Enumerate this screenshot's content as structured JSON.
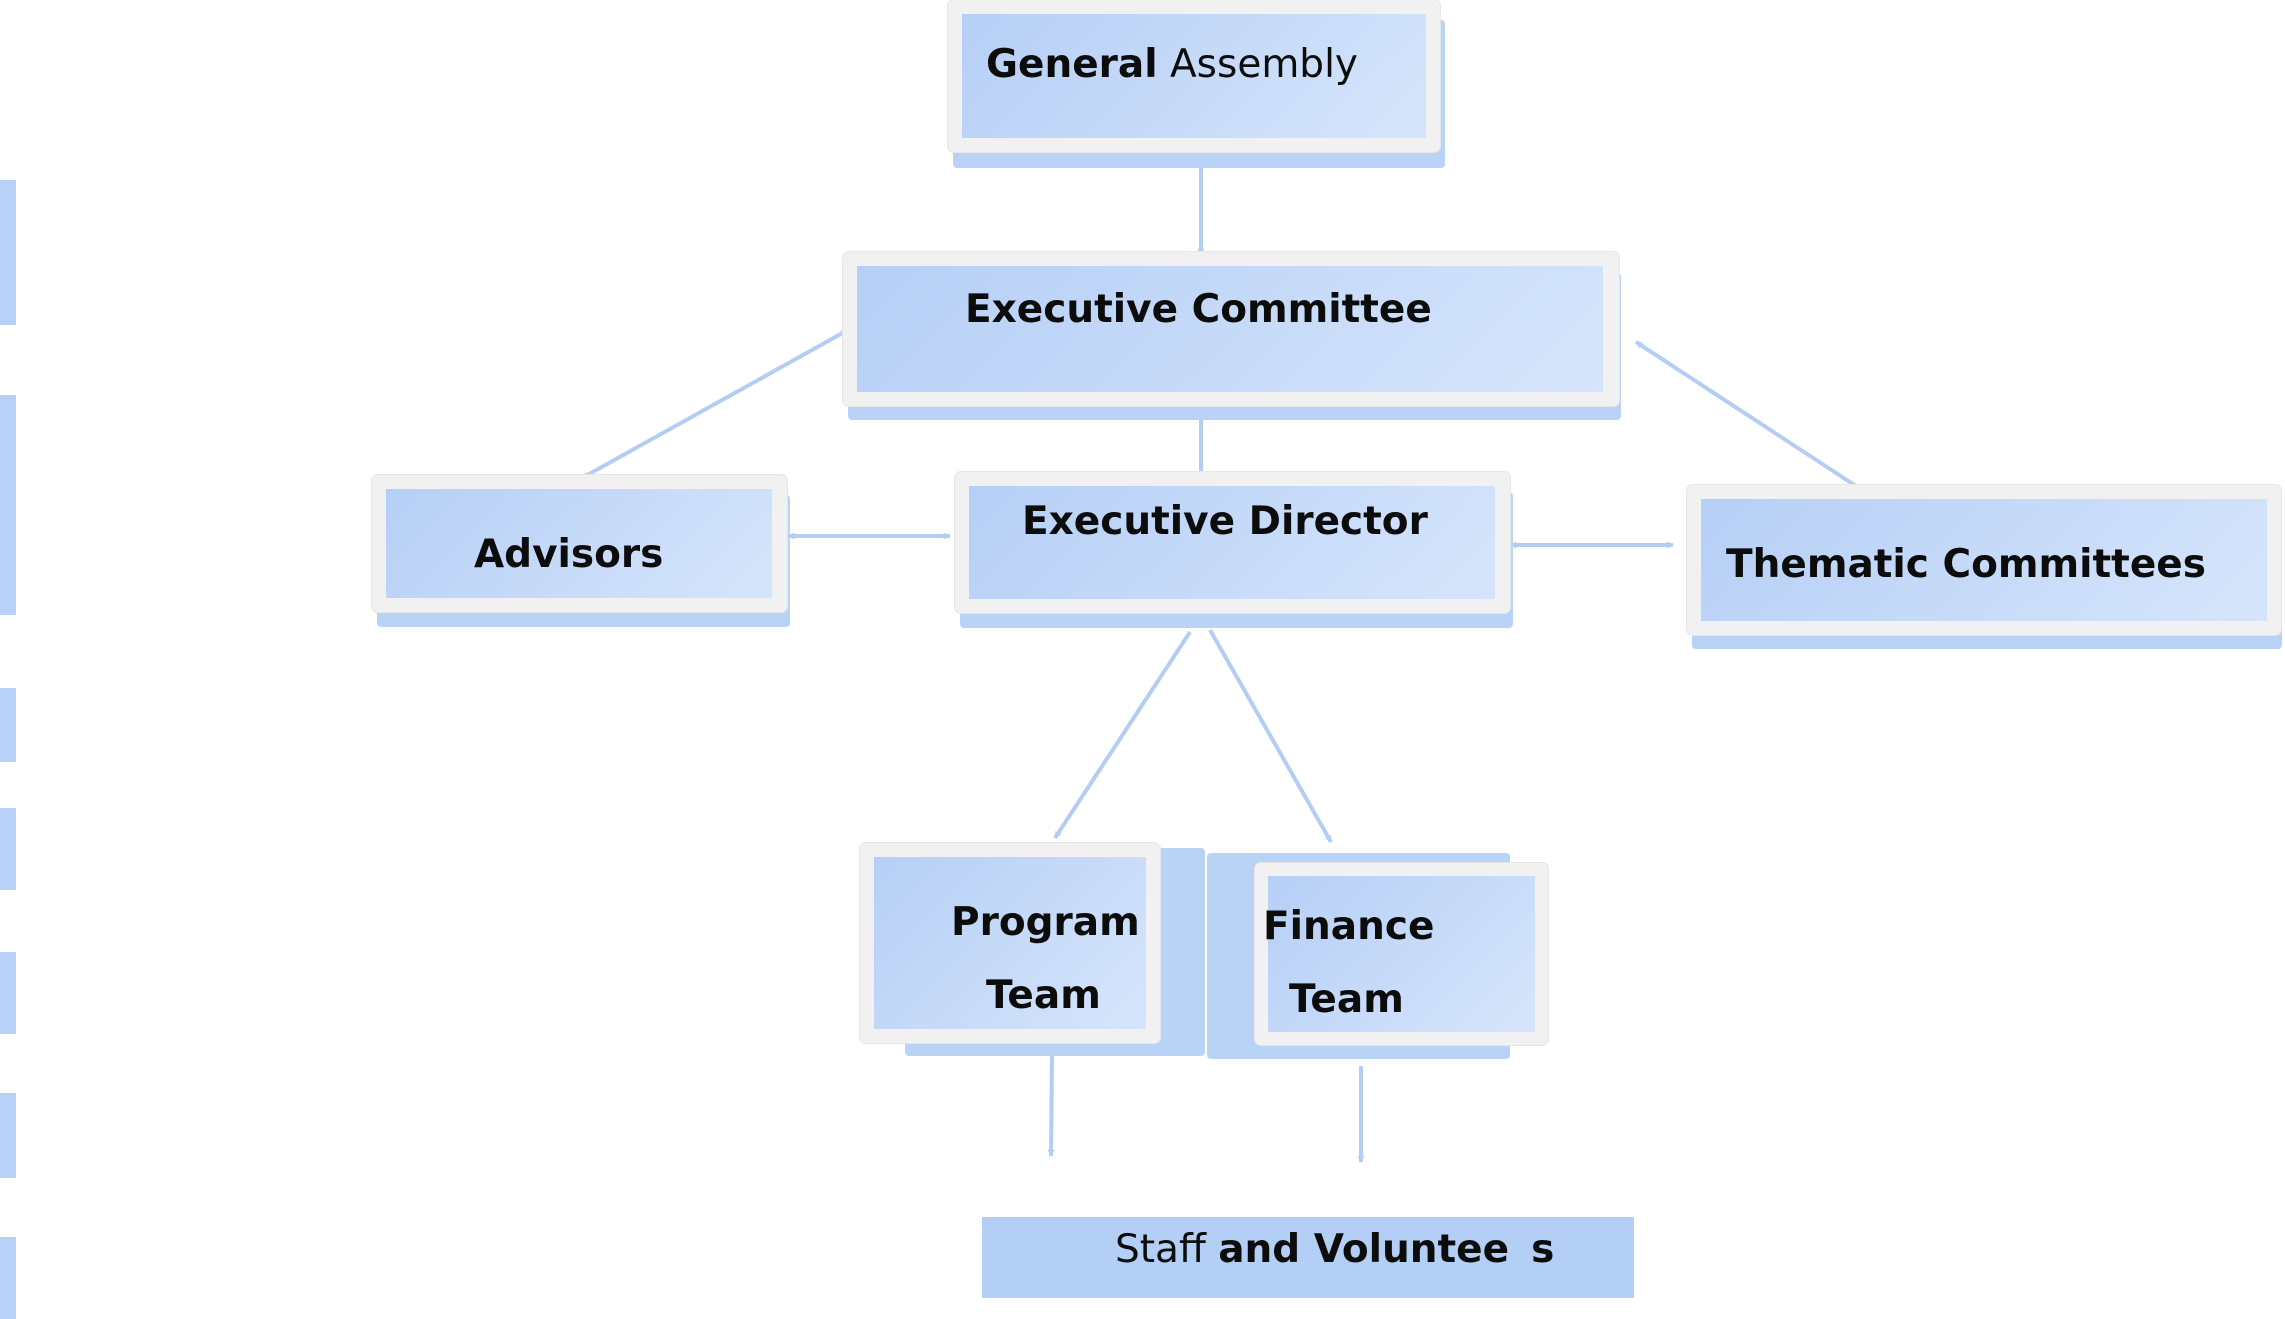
{
  "org_chart": {
    "general_assembly": {
      "strong": "General",
      "rest": " Assembly"
    },
    "executive_committee": "Executive Committee",
    "executive_director": "Executive Director",
    "advisors": "Advisors",
    "thematic_committees": "Thematic Committees",
    "program_team": {
      "line1": "Program",
      "line2": "Team"
    },
    "finance_team": {
      "line1": "Finance",
      "line2": "Team"
    },
    "staff_volunteers": {
      "light": "Staff ",
      "strong": "and Voluntee",
      "tail": "s"
    }
  },
  "colors": {
    "box_fill": "#b6cff6",
    "box_frame": "#f1f1f1",
    "arrow": "#b3cdf3",
    "text": "#0c0c0c"
  }
}
